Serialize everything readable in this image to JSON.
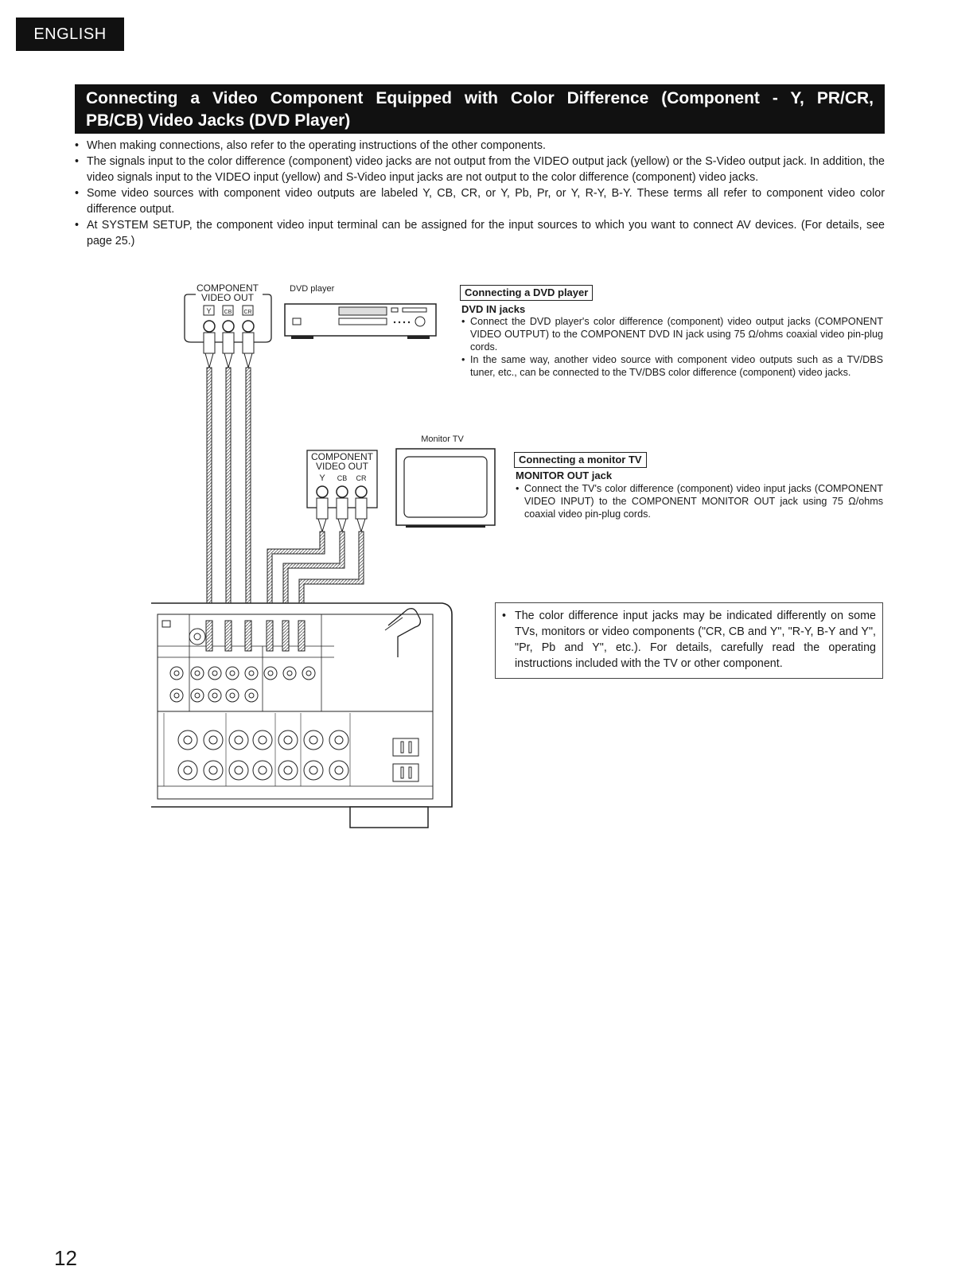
{
  "language_tab": "ENGLISH",
  "title": {
    "line1": "Connecting a Video Component Equipped with Color Difference (Component - Y, PR/CR,",
    "line2": "PB/CB) Video Jacks (DVD Player)"
  },
  "intro_bullets": [
    "When making connections, also refer to the operating instructions of the other components.",
    "The signals input to the color difference (component) video jacks are not output from the VIDEO output jack (yellow) or the S-Video output jack. In addition, the video signals input to the VIDEO input (yellow) and S-Video input jacks are not output to the color difference (component) video jacks.",
    "Some video sources with component video outputs are labeled Y, CB, CR, or Y, Pb, Pr, or Y, R-Y, B-Y. These terms all refer to component video color difference output.",
    "At SYSTEM SETUP, the component video input terminal can be assigned for the input sources to which you want to connect AV devices. (For details, see page 25.)"
  ],
  "diagram": {
    "dvd_component_label_1": "COMPONENT",
    "dvd_component_label_2": "VIDEO OUT",
    "dvd_jack_y": "Y",
    "dvd_jack_cb": "CB",
    "dvd_jack_cr": "CR",
    "dvd_player_label": "DVD player",
    "monitor_label": "Monitor TV",
    "tv_component_label_1": "COMPONENT",
    "tv_component_label_2": "VIDEO OUT",
    "tv_jack_y": "Y",
    "tv_jack_cb": "CB",
    "tv_jack_cr": "CR"
  },
  "dvd_section": {
    "heading": "Connecting a DVD player",
    "subheading": "DVD IN jacks",
    "bullets": [
      "Connect the DVD player's color difference (component) video output jacks (COMPONENT VIDEO OUTPUT) to the COMPONENT DVD IN jack using 75 Ω/ohms coaxial video pin-plug cords.",
      "In the same way, another video source with component video outputs such as a TV/DBS tuner, etc., can be connected to the TV/DBS color difference (component) video jacks."
    ]
  },
  "monitor_section": {
    "heading": "Connecting a monitor TV",
    "subheading": "MONITOR OUT jack",
    "bullets": [
      "Connect the TV's color difference (component) video input jacks (COMPONENT VIDEO INPUT) to the COMPONENT MONITOR OUT jack using 75 Ω/ohms coaxial video pin-plug cords."
    ]
  },
  "note_box": {
    "text": "The color difference input jacks may be indicated differently on some TVs, monitors or video components (\"CR, CB and Y\", \"R-Y, B-Y and Y\", \"Pr, Pb and Y\", etc.). For details, carefully read the operating instructions included with the TV or other component."
  },
  "page_number": "12"
}
